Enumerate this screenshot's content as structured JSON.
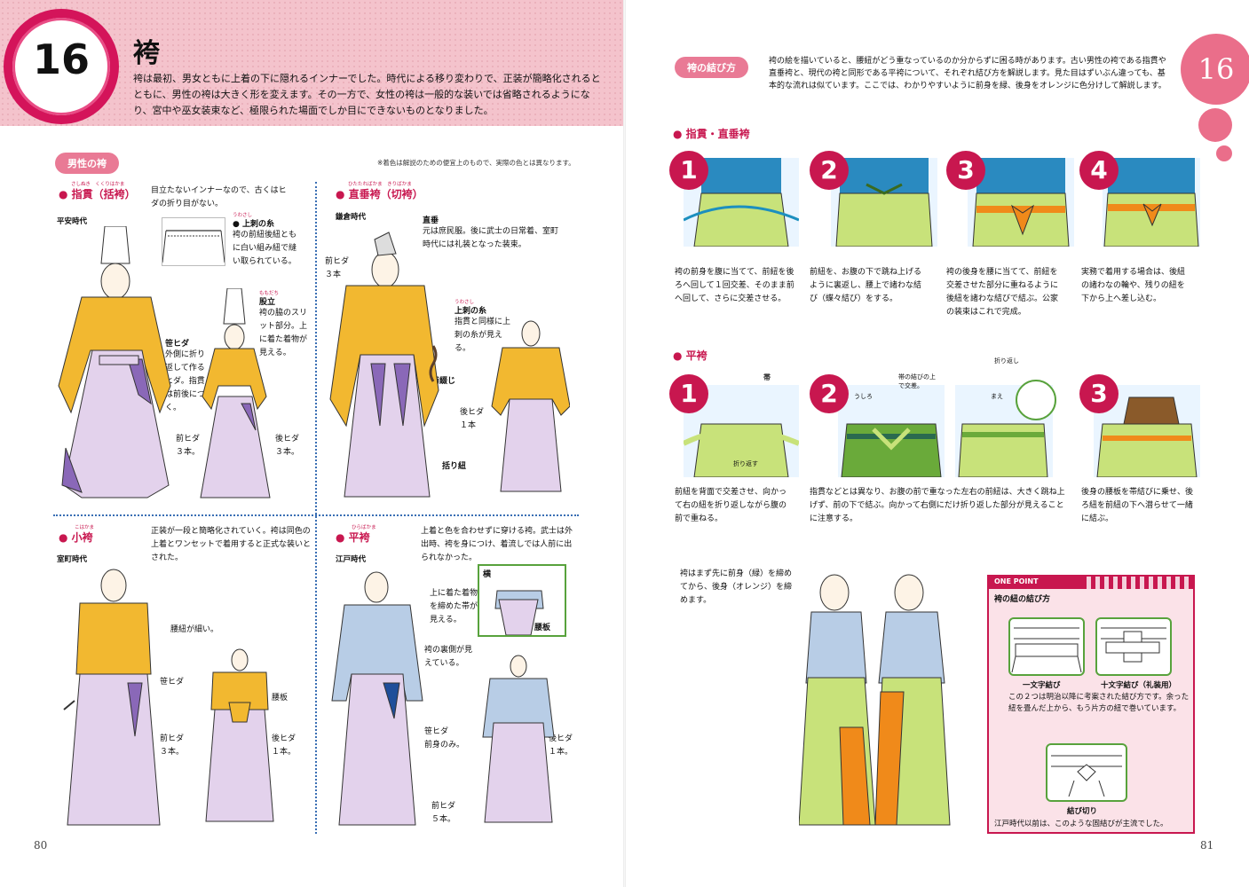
{
  "left_page": {
    "chapter_number": "16",
    "title": "袴",
    "intro": "袴は最初、男女ともに上着の下に隠れるインナーでした。時代による移り変わりで、正装が簡略化されるとともに、男性の袴は大きく形を変えます。その一方で、女性の袴は一般的な装いでは省略されるようになり、宮中や巫女装束など、極限られた場面でしか目にできないものとなりました。",
    "section_pill": "男性の袴",
    "color_note": "※着色は解説のための便宜上のもので、実際の色とは異なります。",
    "sashinuki": {
      "heading": "指貫（括袴）",
      "ruby": "さしぬき　くくりはかま",
      "era": "平安時代",
      "desc": "目立たないインナーなので、古くはヒダの折り目がない。",
      "ue_ito_label": "上刺の糸",
      "ue_ito_ruby": "うわさし",
      "ue_ito_desc": "袴の前紐後紐ともに白い組み紐で縫い取られている。",
      "momodachi_label": "股立",
      "momodachi_ruby": "ももだち",
      "momodachi_desc": "袴の脇のスリット部分。上に着た着物が見える。",
      "sasahida_label": "笹ヒダ",
      "sasahida_desc": "外側に折り返して作るヒダ。指貫は前後につく。",
      "maehida": "前ヒダ",
      "maehida_count": "３本。",
      "ushirohida": "後ヒダ",
      "ushirohida_count": "３本。"
    },
    "hitatare": {
      "heading": "直垂袴（切袴）",
      "ruby": "ひたたればかま　きりばかま",
      "era": "鎌倉時代",
      "hitatare_label": "直垂",
      "hitatare_desc": "元は庶民服。後に武士の日常着、室町時代には礼装となった装束。",
      "maehida": "前ヒダ",
      "maehida_count": "３本",
      "ue_ito_label": "上刺の糸",
      "ue_ito_ruby": "うわさし",
      "ue_ito_desc": "指貫と同様に上刺の糸が見える。",
      "kikutoji": "菊綴じ",
      "ushirohida": "後ヒダ",
      "ushirohida_count": "１本",
      "kukurihimo": "括り紐"
    },
    "kobakama": {
      "heading": "小袴",
      "ruby": "こはかま",
      "era": "室町時代",
      "desc": "正装が一段と簡略化されていく。袴は同色の上着とワンセットで着用すると正式な装いとされた。",
      "koshihimo": "腰紐が細い。",
      "sasahida": "笹ヒダ",
      "koshiita": "腰板",
      "maehida": "前ヒダ",
      "maehida_count": "３本。",
      "ushirohida": "後ヒダ",
      "ushirohida_count": "１本。"
    },
    "hirabakama": {
      "heading": "平袴",
      "ruby": "ひらばかま",
      "era": "江戸時代",
      "desc": "上着と色を合わせずに穿ける袴。武士は外出時、袴を身につけ、着流しでは人前に出られなかった。",
      "inset_side": "横",
      "inset_koshiita": "腰板",
      "obi_note": "上に着た着物を締めた帯が見える。",
      "ura_note": "袴の裏側が見えている。",
      "sasahida": "笹ヒダ",
      "sasahida_note": "前身のみ。",
      "maehida": "前ヒダ",
      "maehida_count": "５本。",
      "ushirohida": "後ヒダ",
      "ushirohida_count": "１本。"
    },
    "page_number": "80"
  },
  "right_page": {
    "chapter_number": "16",
    "section_pill": "袴の結び方",
    "intro": "袴の絵を描いていると、腰紐がどう重なっているのか分からずに困る時があります。古い男性の袴である指貫や直垂袴と、現代の袴と同形である平袴について、それぞれ結び方を解説します。見た目はずいぶん違っても、基本的な流れは似ています。ここでは、わかりやすいように前身を緑、後身をオレンジに色分けして解説します。",
    "group1_heading": "指貫・直垂袴",
    "group1_steps": [
      {
        "num": "1",
        "caption": "袴の前身を腹に当てて、前紐を後ろへ回して１回交差、そのまま前へ回して、さらに交差させる。"
      },
      {
        "num": "2",
        "caption": "前紐を、お腹の下で跳ね上げるように裏返し、腰上で諸わな結び（蝶々結び）をする。"
      },
      {
        "num": "3",
        "caption": "袴の後身を腰に当てて、前紐を交差させた部分に重ねるように後紐を諸わな結びで結ぶ。公家の装束はこれで完成。"
      },
      {
        "num": "4",
        "caption": "実務で着用する場合は、後紐の諸わなの輪や、残りの紐を下から上へ差し込む。"
      }
    ],
    "group2_heading": "平袴",
    "group2_steps": [
      {
        "num": "1",
        "caption": "前紐を背面で交差させ、向かって右の紐を折り返しながら腹の前で重ねる。"
      },
      {
        "num": "2",
        "caption": "指貫などとは異なり、お腹の前で重なった左右の前紐は、大きく跳ね上げず、前の下で結ぶ。向かって右側にだけ折り返した部分が見えることに注意する。"
      },
      {
        "num": "3",
        "caption": "後身の腰板を帯結びに乗せ、後ろ紐を前紐の下へ潜らせて一緒に結ぶ。"
      }
    ],
    "label_obi": "帯",
    "label_orikaesu": "折り返す",
    "label_obi_cross": "帯の結びの上で交差。",
    "label_orikaeshi": "折り返し",
    "label_ushiro": "うしろ",
    "label_mae": "まえ",
    "figure_note": "袴はまず先に前身（緑）を締めてから、後身（オレンジ）を締めます。",
    "one_point": {
      "label": "ONE POINT",
      "title": "袴の紐の結び方",
      "knot1": "一文字結び",
      "knot2": "十文字結び（礼装用）",
      "desc": "この２つは明治以降に考案された結び方です。余った紐を畳んだ上から、もう片方の紐で巻いています。",
      "knot3": "結び切り",
      "knot3_desc": "江戸時代以前は、このような固結びが主流でした。"
    },
    "page_number": "81"
  }
}
